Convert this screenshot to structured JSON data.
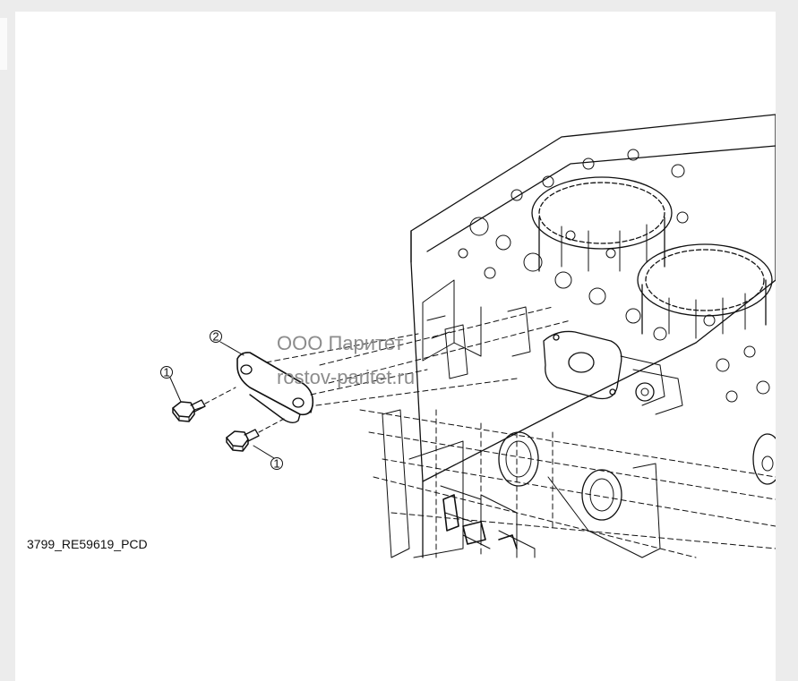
{
  "diagram": {
    "callouts": [
      {
        "number": "1",
        "part": "bolt"
      },
      {
        "number": "2",
        "part": "cover-plate"
      },
      {
        "number": "1",
        "part": "bolt"
      }
    ],
    "figure_code": "3799_RE59619_PCD"
  },
  "watermark": {
    "line1": "ООО Паритет",
    "line2": "rostov-paritet.ru",
    "color": "#8c8c8c"
  },
  "colors": {
    "page_background": "#ececec",
    "sheet_background": "#ffffff",
    "line": "#111111"
  }
}
